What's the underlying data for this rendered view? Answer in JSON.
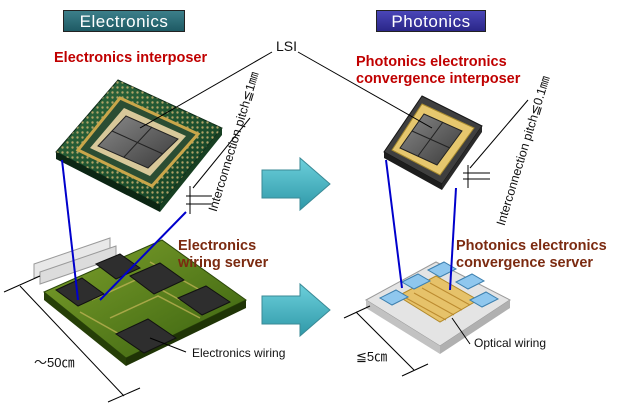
{
  "headers": {
    "electronics": "Electronics",
    "photonics": "Photonics"
  },
  "labels": {
    "lsi": "LSI",
    "electronics_interposer": "Electronics interposer",
    "photonics_interposer_line1": "Photonics electronics",
    "photonics_interposer_line2": "convergence interposer",
    "electronics_server_line1": "Electronics",
    "electronics_server_line2": "wiring server",
    "photonics_server_line1": "Photonics electronics",
    "photonics_server_line2": "convergence server",
    "pitch_electronics": "Interconnection pitch≦1㎜",
    "pitch_photonics": "Interconnection pitch≦0.1㎜",
    "electronics_wiring": "Electronics wiring",
    "optical_wiring": "Optical wiring",
    "size_electronics": "～50㎝",
    "size_photonics": "≦5㎝"
  },
  "colors": {
    "electronics_header": "#1e5a64",
    "photonics_header": "#2a2688",
    "title_red": "#c00000",
    "title_brown": "#7b2a10",
    "arrow": "#4fb3c2",
    "connector_line": "#0000cc"
  }
}
